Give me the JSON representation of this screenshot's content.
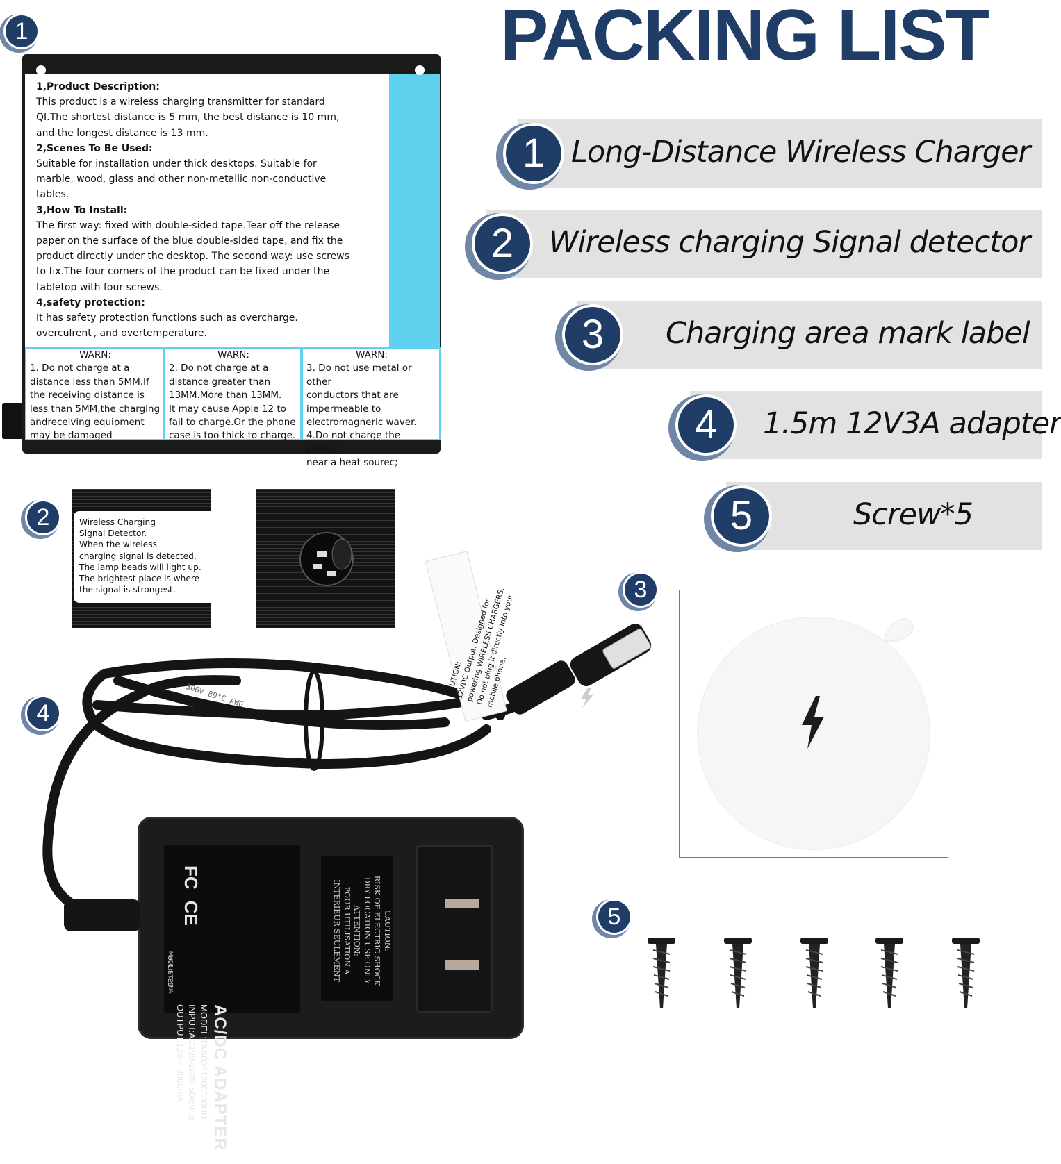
{
  "title": "PACKING LIST",
  "items": [
    {
      "number": "1",
      "label": "Long-Distance Wireless Charger"
    },
    {
      "number": "2",
      "label": "Wireless charging Signal detector"
    },
    {
      "number": "3",
      "label": "Charging area mark label"
    },
    {
      "number": "4",
      "label": "1.5m 12V3A adapter"
    },
    {
      "number": "5",
      "label": "Screw*5"
    }
  ],
  "badges": [
    "1",
    "2",
    "3",
    "4",
    "5"
  ],
  "card": {
    "sections": [
      {
        "heading": "1,Product Description:",
        "body": "This product is a wireless charging transmitter for standard\n QI.The shortest distance is 5 mm, the best distance is 10 mm,\n and the longest distance is 13 mm."
      },
      {
        "heading": "2,Scenes  To  Be Used:",
        "body": "Suitable for installation under thick desktops. Suitable for\n marble, wood, glass and other non-metallic non-conductive\n tables."
      },
      {
        "heading": "3,How  To  Install:",
        "body": "The first way: fixed with double-sided tape.Tear off the release\n paper on the surface of the blue double-sided tape, and fix the\n product directly under the desktop. The second way: use screws\nto fix.The four corners of the product can be fixed under the\ntabletop with four screws."
      },
      {
        "heading": "4,safety  protection:",
        "body": "It has  safety  protection  functions  such  as overcharge.\noverculrent ,  and overtemperature."
      }
    ],
    "warnings": [
      {
        "heading": "WARN:",
        "body": "1. Do not charge at a\ndistance less than 5MM.If\nthe receiving distance is\nless than 5MM,the charging\nandreceiving equipment\nmay be damaged"
      },
      {
        "heading": "WARN:",
        "body": "2. Do not charge at a\ndistance greater than\n13MM.More than 13MM.\nIt may cause Apple 12 to\nfail to charge.Or the phone\ncase is too thick to charge."
      },
      {
        "heading": "WARN:",
        "body": "3. Do not use metal or other\nconductors that are\nimpermeable to\nelectromagneric waver.\n4.Do not charge the product\nnear a heat sourec;"
      }
    ]
  },
  "detector": {
    "label": "Wireless Charging\nSignal Detector.\nWhen the wireless\ncharging signal is detected,\nThe lamp beads will light up.\nThe brightest place is where\nthe signal is strongest."
  },
  "adapter": {
    "name": "AC/DC ADAPTER",
    "model": "MODEL:TAA0361200300HU",
    "input": "INPUT:AC100-240V 50/60Hz",
    "output": "OUTPUT:12V⎓ 3000mA",
    "marks": [
      "FC",
      "CE",
      "UL LISTED",
      "MADE IN CHINA"
    ],
    "caution": "CAUTION:\nRISK OF ELECTRIC SHOCK\nDRY LOCATION USE ONLY\nATTENTION:\nPOUR UTILISATION A\nINTERIEUR SEULEMENT",
    "cable_tag": "CAUTION:\n12VDC Output. Designed for\npowering WIRELESS CHARGERS.\nDo not plug it directly into your\nmobile phone.",
    "cable_print": "300V  80°C  AWG"
  },
  "colors": {
    "navy": "#1f3d66",
    "row_grey": "#e2e2e2",
    "tape_blue": "#5fd0ee"
  },
  "icons": [
    "lightning-bolt-icon",
    "screw-icon"
  ]
}
